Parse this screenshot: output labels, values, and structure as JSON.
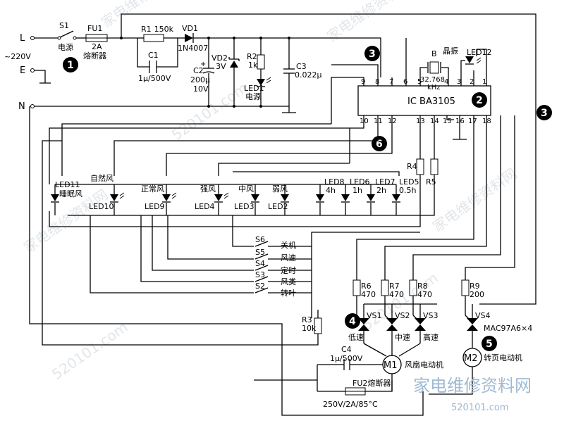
{
  "terminals": {
    "L": "L",
    "E": "E",
    "N": "N",
    "voltage": "~220V"
  },
  "switch_s1": {
    "ref": "S1",
    "name": "电源"
  },
  "fuse1": {
    "ref": "FU1",
    "rating": "2A",
    "name": "熔断器"
  },
  "r1": {
    "ref": "R1",
    "value": "150k"
  },
  "c1": {
    "ref": "C1",
    "value": "1μ/500V"
  },
  "vd1": {
    "ref": "VD1",
    "part": "1N4007"
  },
  "c2": {
    "ref": "C2",
    "value": "200μ",
    "voltage": "10V",
    "plus": "+"
  },
  "vd2": {
    "ref": "VD2",
    "value": "3V"
  },
  "r2": {
    "ref": "R2",
    "value": "1k"
  },
  "led1": {
    "ref": "LED1",
    "name": "电源"
  },
  "c3": {
    "ref": "C3",
    "value": "0.022μ"
  },
  "crystal": {
    "ref": "B",
    "name": "晶振",
    "freq": "32.768",
    "unit": "kHz"
  },
  "led12": {
    "ref": "LED12"
  },
  "ic": {
    "label": "IC BA3105",
    "top_pins": [
      "9",
      "8",
      "7",
      "6",
      "5",
      "4",
      "3",
      "2",
      "1"
    ],
    "bottom_pins": [
      "10",
      "11",
      "12",
      "13",
      "14",
      "15",
      "16",
      "17",
      "18"
    ]
  },
  "markers": [
    "1",
    "2",
    "3",
    "3",
    "4",
    "5",
    "6"
  ],
  "r4": {
    "ref": "R4"
  },
  "r5": {
    "ref": "R5"
  },
  "leds": [
    {
      "ref": "LED11",
      "name": "睡眠风"
    },
    {
      "ref": "LED10",
      "name": "自然风"
    },
    {
      "ref": "LED9",
      "name": "正常风"
    },
    {
      "ref": "LED4",
      "name": "强风"
    },
    {
      "ref": "LED3",
      "name": "中风"
    },
    {
      "ref": "LED2",
      "name": "弱风"
    },
    {
      "ref": "LED8",
      "name": "4h"
    },
    {
      "ref": "LED6",
      "name": "1h"
    },
    {
      "ref": "LED7",
      "name": "2h"
    },
    {
      "ref": "LED5",
      "name": "0.5h"
    }
  ],
  "switches": [
    {
      "ref": "S6",
      "name": "关机"
    },
    {
      "ref": "S5",
      "name": "风速"
    },
    {
      "ref": "S4",
      "name": "定时"
    },
    {
      "ref": "S3",
      "name": "风类"
    },
    {
      "ref": "S2",
      "name": "转叶"
    }
  ],
  "r3": {
    "ref": "R3",
    "value": "10k"
  },
  "r6": {
    "ref": "R6",
    "value": "470"
  },
  "r7": {
    "ref": "R7",
    "value": "470"
  },
  "r8": {
    "ref": "R8",
    "value": "470"
  },
  "r9": {
    "ref": "R9",
    "value": "200"
  },
  "triacs": [
    {
      "ref": "VS1",
      "name": "低速"
    },
    {
      "ref": "VS2",
      "name": "中速"
    },
    {
      "ref": "VS3",
      "name": "高速"
    },
    {
      "ref": "VS4",
      "name": "MAC97A6×4"
    }
  ],
  "c4": {
    "ref": "C4",
    "value": "1μ/500V"
  },
  "m1": {
    "ref": "M1",
    "name": "风扇电动机"
  },
  "m2": {
    "ref": "M2",
    "name": "转页电动机"
  },
  "fuse2": {
    "ref": "FU2",
    "name": "熔断器",
    "rating": "250V/2A/85°C"
  },
  "watermark": {
    "logo": "家电维修资料网",
    "url": "520101.com",
    "faint": "家电维修资料网"
  }
}
